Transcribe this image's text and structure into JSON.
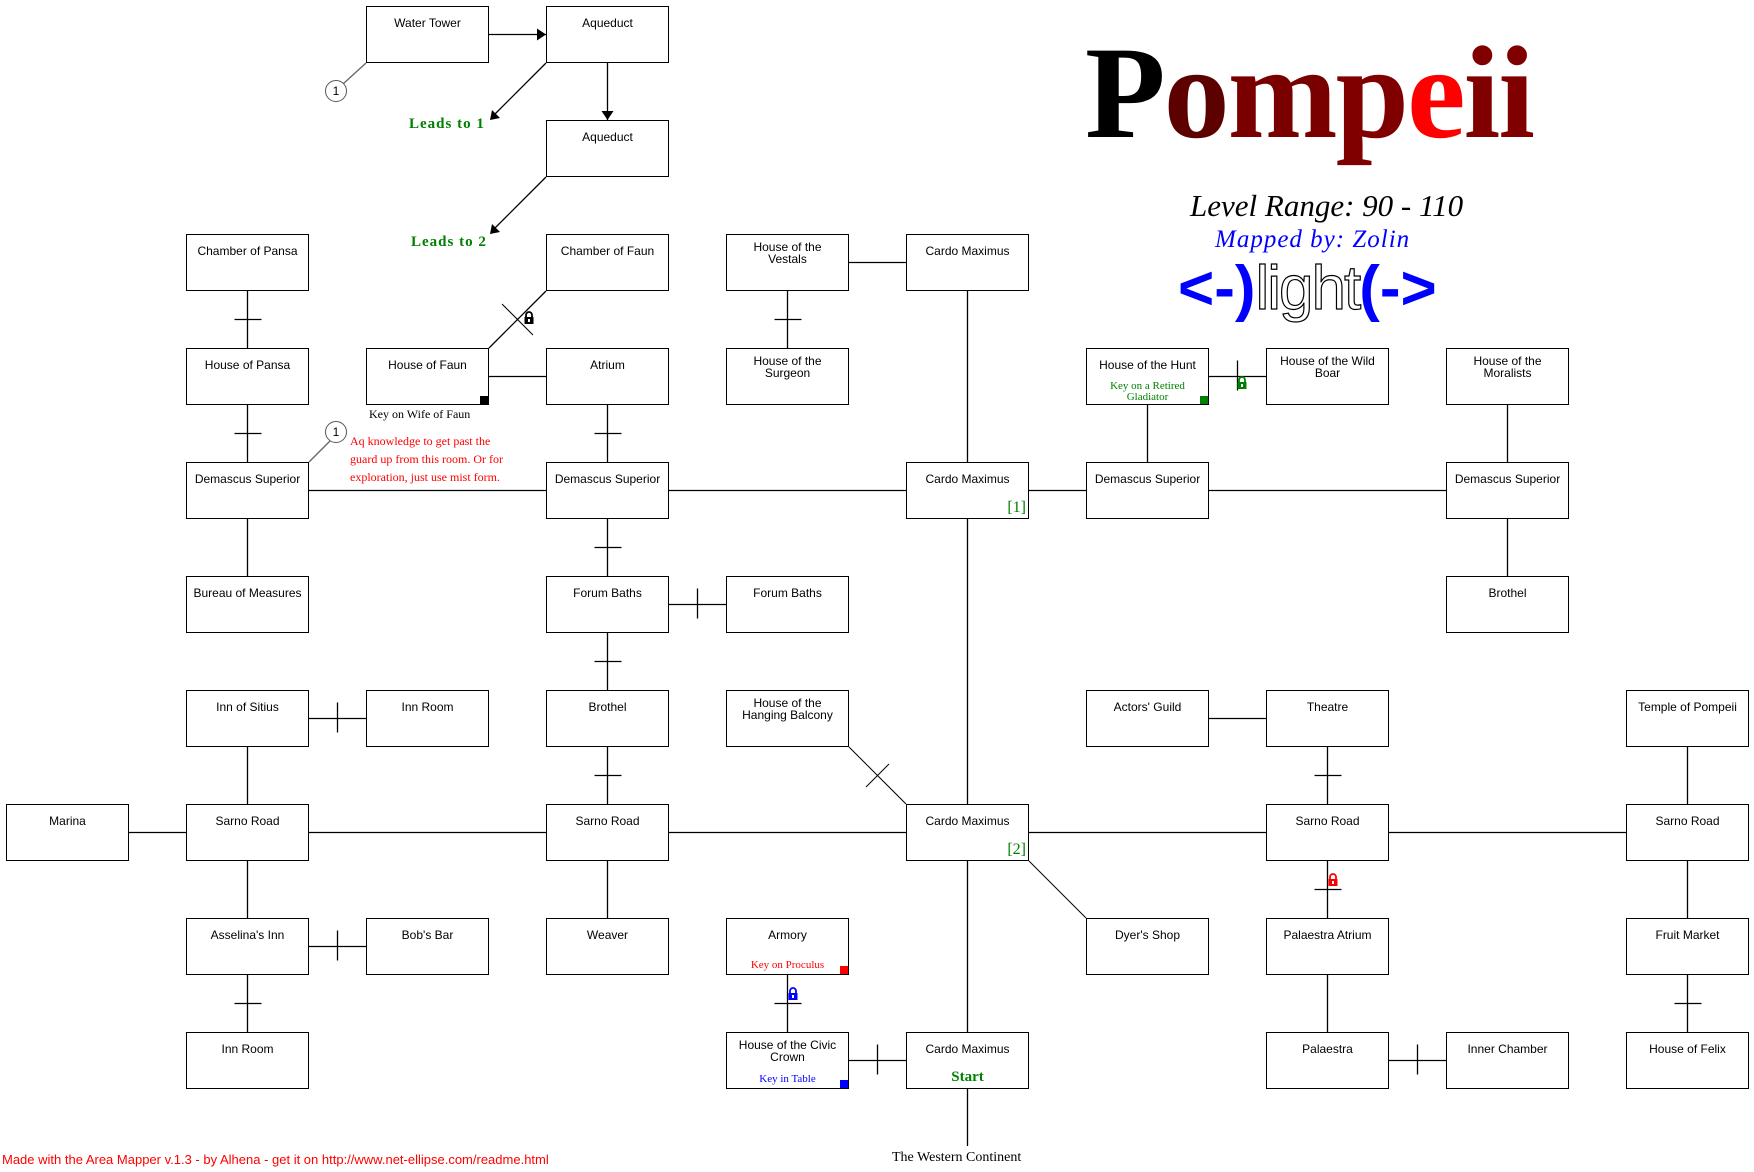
{
  "title": {
    "letters": [
      "P",
      "o",
      "m",
      "p",
      "e",
      "i",
      "i"
    ],
    "colors": [
      "#000000",
      "#5c0000",
      "#7a0000",
      "#800000",
      "#ff0000",
      "#800000",
      "#800000"
    ]
  },
  "level_range": "Level Range: 90 - 110",
  "mapped_by": "Mapped by: Zolin",
  "logo": {
    "left": "<-)",
    "middle": "light",
    "right": "(->"
  },
  "labels": {
    "leads_to_1": "Leads to 1",
    "leads_to_2": "Leads to 2",
    "marker_1": "1",
    "faun_key_note": "Key on Wife of Faun",
    "aq_note": [
      "Aq knowledge to get past the",
      "guard up from this room. Or for",
      "exploration, just use mist form."
    ],
    "western_continent": "The Western Continent",
    "footer": "Made with the Area Mapper v.1.3 - by Alhena - get it on http://www.net-ellipse.com/readme.html"
  },
  "colors": {
    "key_black": "#000000",
    "key_green": "#008000",
    "key_red": "#ff0000",
    "key_blue": "#0000ff"
  },
  "rooms": [
    {
      "name": "Water Tower"
    },
    {
      "name": "Aqueduct"
    },
    {
      "name": "Aqueduct"
    },
    {
      "name": "Chamber of Pansa"
    },
    {
      "name": "Chamber of Faun"
    },
    {
      "name": "House of the Vestals"
    },
    {
      "name": "Cardo Maximus"
    },
    {
      "name": "House of Pansa"
    },
    {
      "name": "House of Faun",
      "key_color": "#000000"
    },
    {
      "name": "Atrium"
    },
    {
      "name": "House of the Surgeon"
    },
    {
      "name": "House of the Hunt",
      "note": "Key on a Retired Gladiator",
      "note_color": "#008000",
      "key_color": "#008000"
    },
    {
      "name": "House of the Wild Boar"
    },
    {
      "name": "House of the Moralists"
    },
    {
      "name": "Demascus Superior"
    },
    {
      "name": "Demascus Superior"
    },
    {
      "name": "Cardo Maximus",
      "badge": "[1]"
    },
    {
      "name": "Demascus Superior"
    },
    {
      "name": "Demascus Superior"
    },
    {
      "name": "Bureau of Measures"
    },
    {
      "name": "Forum Baths"
    },
    {
      "name": "Forum Baths"
    },
    {
      "name": "Brothel"
    },
    {
      "name": "Inn of Sitius"
    },
    {
      "name": "Inn Room"
    },
    {
      "name": "Brothel"
    },
    {
      "name": "House of the Hanging Balcony"
    },
    {
      "name": "Actors' Guild"
    },
    {
      "name": "Theatre"
    },
    {
      "name": "Temple of Pompeii"
    },
    {
      "name": "Marina"
    },
    {
      "name": "Sarno Road"
    },
    {
      "name": "Sarno Road"
    },
    {
      "name": "Cardo Maximus",
      "badge": "[2]"
    },
    {
      "name": "Sarno Road"
    },
    {
      "name": "Sarno Road"
    },
    {
      "name": "Asselina's Inn"
    },
    {
      "name": "Bob's Bar"
    },
    {
      "name": "Weaver"
    },
    {
      "name": "Armory",
      "note": "Key on Proculus",
      "note_color": "#ff0000",
      "key_color": "#ff0000"
    },
    {
      "name": "Dyer's Shop"
    },
    {
      "name": "Palaestra Atrium"
    },
    {
      "name": "Fruit Market"
    },
    {
      "name": "Inn Room"
    },
    {
      "name": "House of the Civic Crown",
      "note": "Key in Table",
      "note_color": "#0000ff",
      "key_color": "#0000ff"
    },
    {
      "name": "Cardo Maximus",
      "start": "Start"
    },
    {
      "name": "Palaestra"
    },
    {
      "name": "Inner Chamber"
    },
    {
      "name": "House of Felix"
    }
  ]
}
